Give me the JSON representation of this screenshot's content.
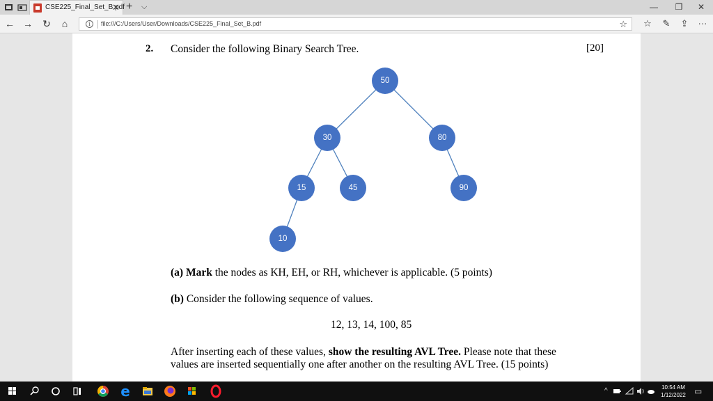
{
  "browser": {
    "tab_title": "CSE225_Final_Set_B.pdf",
    "tab_close": "✕",
    "new_tab": "+",
    "tab_dropdown": "⌵",
    "window_controls": {
      "minimize": "—",
      "restore": "❐",
      "close": "✕"
    },
    "nav": {
      "back": "←",
      "forward": "→",
      "refresh": "↻",
      "home": "⌂"
    },
    "address_bar": {
      "info_glyph": "i",
      "url": "file:///C:/Users/User/Downloads/CSE225_Final_Set_B.pdf",
      "favorite": "☆"
    },
    "toolbar": {
      "favorites_list": "☆",
      "notes": "✎",
      "share": "⇪",
      "more": "···"
    }
  },
  "document": {
    "question_number": "2.",
    "question_text": "Consider the following Binary Search Tree.",
    "marks": "[20]",
    "tree": {
      "nodes": [
        {
          "id": "n50",
          "value": "50"
        },
        {
          "id": "n30",
          "value": "30"
        },
        {
          "id": "n80",
          "value": "80"
        },
        {
          "id": "n15",
          "value": "15"
        },
        {
          "id": "n45",
          "value": "45"
        },
        {
          "id": "n90",
          "value": "90"
        },
        {
          "id": "n10",
          "value": "10"
        }
      ],
      "edges": [
        [
          "50",
          "30"
        ],
        [
          "50",
          "80"
        ],
        [
          "30",
          "15"
        ],
        [
          "30",
          "45"
        ],
        [
          "80",
          "90"
        ],
        [
          "15",
          "10"
        ]
      ],
      "node_color": "#4472c4",
      "edge_color": "#4f81bd"
    },
    "part_a": {
      "label": "(a)",
      "bold": "Mark",
      "text": " the nodes as KH, EH, or RH, whichever is applicable. (5 points)"
    },
    "part_b": {
      "label": "(b)",
      "text": " Consider the following sequence of values."
    },
    "sequence": "12, 13, 14, 100, 85",
    "after": {
      "line1_pre": "After inserting each of these values, ",
      "line1_bold": "show the resulting AVL Tree.",
      "line1_post": " Please note that these",
      "line2": "values are inserted sequentially one after another on the resulting AVL Tree. (15 points)"
    }
  },
  "taskbar": {
    "time": "10:54 AM",
    "date": "1/12/2022",
    "tray_chevron": "^",
    "notification_glyph": "▭"
  }
}
